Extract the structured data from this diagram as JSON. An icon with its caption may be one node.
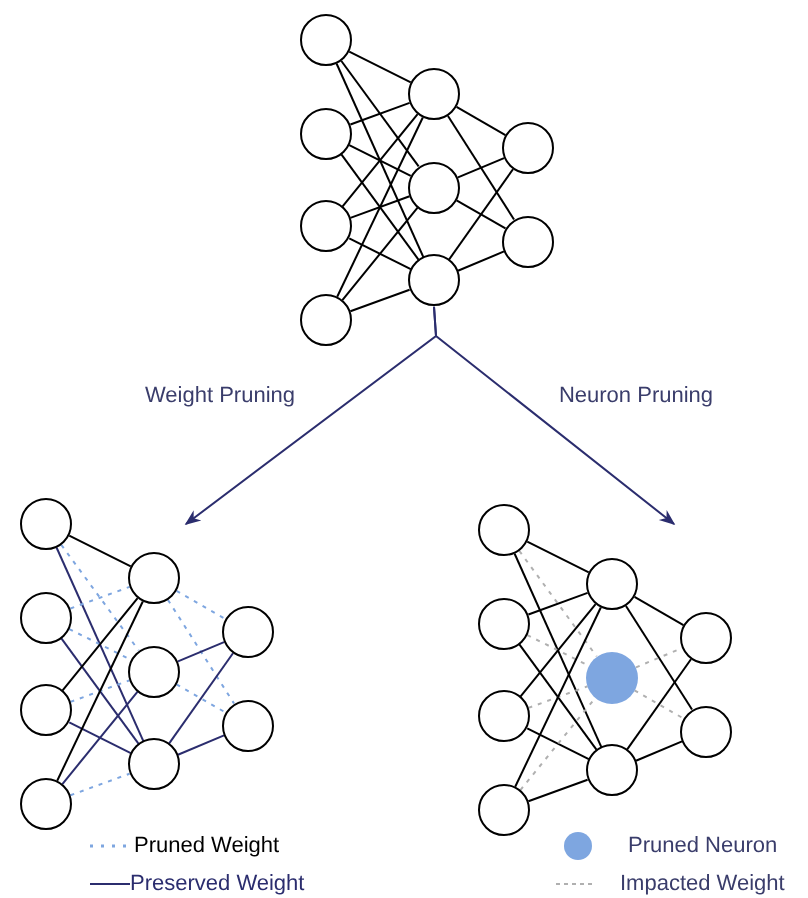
{
  "diagram": {
    "nodes": [
      {
        "text": [],
        "shape": "circle"
      },
      {
        "text": [],
        "shape": "circle"
      },
      {
        "text": [],
        "shape": "circle"
      },
      {
        "text": [],
        "shape": "circle"
      },
      {
        "text": [],
        "shape": "circle"
      },
      {
        "text": [],
        "shape": "circle"
      },
      {
        "text": [],
        "shape": "circle"
      },
      {
        "text": [],
        "shape": "circle"
      },
      {
        "text": [],
        "shape": "circle"
      },
      {
        "text": [],
        "shape": "circle"
      },
      {
        "text": [],
        "shape": "circle"
      },
      {
        "text": [],
        "shape": "circle"
      },
      {
        "text": [],
        "shape": "circle"
      },
      {
        "text": [],
        "shape": "circle"
      },
      {
        "text": [],
        "shape": "circle"
      },
      {
        "text": [],
        "shape": "circle"
      },
      {
        "text": [],
        "shape": "circle"
      },
      {
        "text": [],
        "shape": "circle"
      },
      {
        "text": [],
        "shape": "circle"
      },
      {
        "text": [],
        "shape": "circle"
      },
      {
        "text": [],
        "shape": "circle"
      },
      {
        "text": [],
        "shape": "circle"
      },
      {
        "text": [],
        "shape": "circle"
      },
      {
        "text": [],
        "shape": "disc"
      },
      {
        "text": [],
        "shape": "circle"
      },
      {
        "text": [],
        "shape": "circle"
      },
      {
        "text": [],
        "shape": "circle"
      }
    ],
    "edges": [
      {
        "from": 0,
        "to": 4,
        "arrow": "none"
      },
      {
        "from": 0,
        "to": 5,
        "arrow": "none"
      },
      {
        "from": 0,
        "to": 6,
        "arrow": "none"
      },
      {
        "from": 1,
        "to": 4,
        "arrow": "none"
      },
      {
        "from": 1,
        "to": 5,
        "arrow": "none"
      },
      {
        "from": 1,
        "to": 6,
        "arrow": "none"
      },
      {
        "from": 2,
        "to": 4,
        "arrow": "none"
      },
      {
        "from": 2,
        "to": 5,
        "arrow": "none"
      },
      {
        "from": 2,
        "to": 6,
        "arrow": "none"
      },
      {
        "from": 3,
        "to": 4,
        "arrow": "none"
      },
      {
        "from": 3,
        "to": 5,
        "arrow": "none"
      },
      {
        "from": 3,
        "to": 6,
        "arrow": "none"
      },
      {
        "from": 4,
        "to": 7,
        "arrow": "none"
      },
      {
        "from": 4,
        "to": 8,
        "arrow": "none"
      },
      {
        "from": 5,
        "to": 7,
        "arrow": "none"
      },
      {
        "from": 5,
        "to": 8,
        "arrow": "none"
      },
      {
        "from": 6,
        "to": 7,
        "arrow": "none"
      },
      {
        "from": 6,
        "to": 8,
        "arrow": "none"
      },
      {
        "from": 6,
        "to": 13,
        "arrow": "to",
        "label": "Weight Pruning",
        "color": "#2b2d6e"
      },
      {
        "from": 6,
        "to": 22,
        "arrow": "to",
        "label": "Neuron Pruning",
        "color": "#2b2d6e"
      },
      {
        "from": 9,
        "to": 13,
        "arrow": "none"
      },
      {
        "from": 9,
        "to": 14,
        "arrow": "none",
        "style": "dashed",
        "color": "#7ea6e0"
      },
      {
        "from": 9,
        "to": 15,
        "arrow": "none",
        "color": "#2b2d6e"
      },
      {
        "from": 10,
        "to": 13,
        "arrow": "none",
        "style": "dashed",
        "color": "#7ea6e0"
      },
      {
        "from": 10,
        "to": 14,
        "arrow": "none",
        "style": "dashed",
        "color": "#7ea6e0"
      },
      {
        "from": 10,
        "to": 15,
        "arrow": "none",
        "color": "#2b2d6e"
      },
      {
        "from": 11,
        "to": 13,
        "arrow": "none"
      },
      {
        "from": 11,
        "to": 14,
        "arrow": "none",
        "style": "dashed",
        "color": "#7ea6e0"
      },
      {
        "from": 11,
        "to": 15,
        "arrow": "none",
        "color": "#2b2d6e"
      },
      {
        "from": 12,
        "to": 13,
        "arrow": "none"
      },
      {
        "from": 12,
        "to": 14,
        "arrow": "none",
        "color": "#2b2d6e"
      },
      {
        "from": 12,
        "to": 15,
        "arrow": "none",
        "style": "dashed",
        "color": "#7ea6e0"
      },
      {
        "from": 13,
        "to": 16,
        "arrow": "none",
        "style": "dashed",
        "color": "#7ea6e0"
      },
      {
        "from": 13,
        "to": 17,
        "arrow": "none",
        "style": "dashed",
        "color": "#7ea6e0"
      },
      {
        "from": 14,
        "to": 16,
        "arrow": "none",
        "color": "#2b2d6e"
      },
      {
        "from": 14,
        "to": 17,
        "arrow": "none",
        "style": "dashed",
        "color": "#7ea6e0"
      },
      {
        "from": 15,
        "to": 16,
        "arrow": "none",
        "color": "#2b2d6e"
      },
      {
        "from": 15,
        "to": 17,
        "arrow": "none",
        "color": "#2b2d6e"
      },
      {
        "from": 18,
        "to": 22,
        "arrow": "none"
      },
      {
        "from": 18,
        "to": 23,
        "arrow": "none",
        "style": "dashed",
        "color": "#b0b0b0"
      },
      {
        "from": 18,
        "to": 24,
        "arrow": "none"
      },
      {
        "from": 19,
        "to": 22,
        "arrow": "none"
      },
      {
        "from": 19,
        "to": 23,
        "arrow": "none",
        "style": "dashed",
        "color": "#b0b0b0"
      },
      {
        "from": 19,
        "to": 24,
        "arrow": "none"
      },
      {
        "from": 20,
        "to": 22,
        "arrow": "none"
      },
      {
        "from": 20,
        "to": 23,
        "arrow": "none",
        "style": "dashed",
        "color": "#b0b0b0"
      },
      {
        "from": 20,
        "to": 24,
        "arrow": "none"
      },
      {
        "from": 21,
        "to": 22,
        "arrow": "none"
      },
      {
        "from": 21,
        "to": 23,
        "arrow": "none",
        "style": "dashed",
        "color": "#b0b0b0"
      },
      {
        "from": 21,
        "to": 24,
        "arrow": "none"
      },
      {
        "from": 22,
        "to": 25,
        "arrow": "none"
      },
      {
        "from": 22,
        "to": 26,
        "arrow": "none"
      },
      {
        "from": 23,
        "to": 25,
        "arrow": "none",
        "style": "dashed",
        "color": "#b0b0b0"
      },
      {
        "from": 23,
        "to": 26,
        "arrow": "none",
        "style": "dashed",
        "color": "#b0b0b0"
      },
      {
        "from": 24,
        "to": 25,
        "arrow": "none"
      },
      {
        "from": 24,
        "to": 26,
        "arrow": "none"
      }
    ],
    "legend": [
      {
        "text": "Pruned Weight"
      },
      {
        "text": "Preserved Weight"
      },
      {
        "text": "Pruned Neuron",
        "color": "#7ea6e0"
      },
      {
        "text": "Impacted Weight"
      }
    ]
  }
}
